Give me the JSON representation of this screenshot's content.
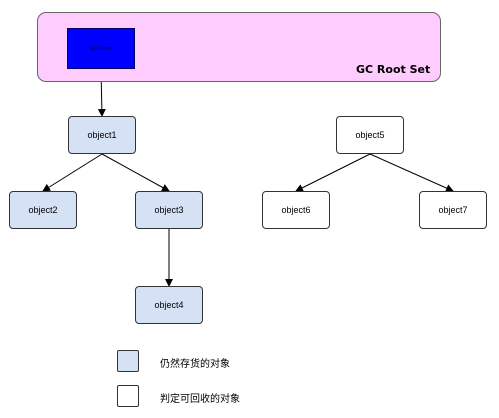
{
  "root_set": {
    "label": "GC Root Set",
    "gc_roots_label": "GC Roots",
    "fill_color": "#ffccff",
    "gc_roots_color": "#0000ff"
  },
  "nodes": {
    "object1": {
      "label": "object1",
      "status": "alive"
    },
    "object2": {
      "label": "object2",
      "status": "alive"
    },
    "object3": {
      "label": "object3",
      "status": "alive"
    },
    "object4": {
      "label": "object4",
      "status": "alive"
    },
    "object5": {
      "label": "object5",
      "status": "collectable"
    },
    "object6": {
      "label": "object6",
      "status": "collectable"
    },
    "object7": {
      "label": "object7",
      "status": "collectable"
    }
  },
  "edges": [
    {
      "from": "gc_roots",
      "to": "object1"
    },
    {
      "from": "object1",
      "to": "object2"
    },
    {
      "from": "object1",
      "to": "object3"
    },
    {
      "from": "object3",
      "to": "object4"
    },
    {
      "from": "object5",
      "to": "object6"
    },
    {
      "from": "object5",
      "to": "object7"
    }
  ],
  "legend": {
    "alive_label": "仍然存货的对象",
    "collectable_label": "判定可回收的对象",
    "alive_color": "#d5e1f5",
    "collectable_color": "#ffffff"
  }
}
